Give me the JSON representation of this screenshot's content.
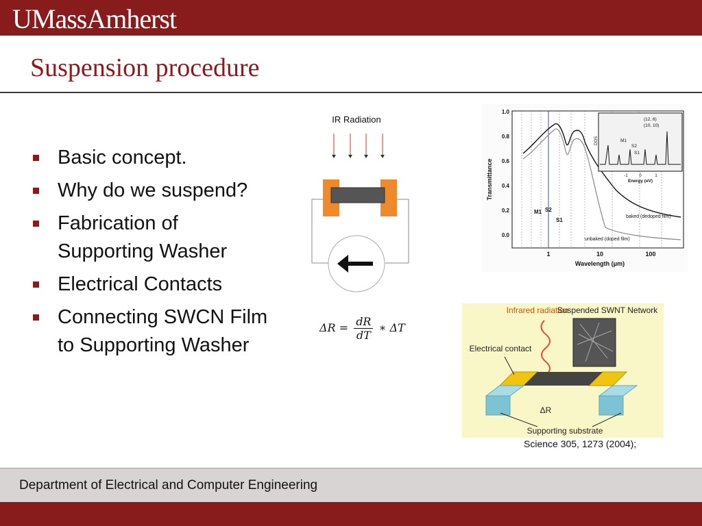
{
  "header": {
    "logo_text": "UMassAmherst",
    "title": "Suspension procedure"
  },
  "bullets": [
    "Basic concept.",
    "Why do we suspend?",
    "Fabrication of Supporting Washer",
    "Electrical Contacts",
    "Connecting SWCN Film to Supporting Washer"
  ],
  "circuit": {
    "label": "IR Radiation"
  },
  "formula": {
    "lhs": "ΔR =",
    "num": "dR",
    "den": "dT",
    "rhs": "∗ ΔT"
  },
  "plot": {
    "y_axis_label": "Transmittance",
    "x_axis_label": "Wavelength (μm)",
    "y_ticks": [
      "1.0",
      "0.8",
      "0.6",
      "0.4",
      "0.2",
      "0.0"
    ],
    "x_ticks": [
      "1",
      "10",
      "100"
    ],
    "peak_labels": [
      "M1",
      "S2",
      "S1"
    ],
    "curve_labels": [
      "baked (dedoped film)",
      "unbaked (doped film)"
    ],
    "inset": {
      "legend": [
        "(12, 8)",
        "(10, 10)"
      ],
      "y_label": "DOS",
      "x_label": "Energy (eV)",
      "x_ticks": [
        "-1",
        "0",
        "1"
      ],
      "markers": [
        "M1",
        "S2",
        "S1"
      ]
    }
  },
  "schematic": {
    "labels": [
      "Infrared radiation",
      "Suspended SWNT Network",
      "Electrical contact",
      "ΔR",
      "Supporting substrate"
    ]
  },
  "citation": "Science 305, 1273 (2004);",
  "footer": {
    "department": "Department of Electrical and Computer Engineering"
  },
  "colors": {
    "brand": "#881c1c",
    "footer_band": "#d9d4d4",
    "contact_orange": "#ef8a2c",
    "schematic_bg": "#f9f6c8"
  }
}
